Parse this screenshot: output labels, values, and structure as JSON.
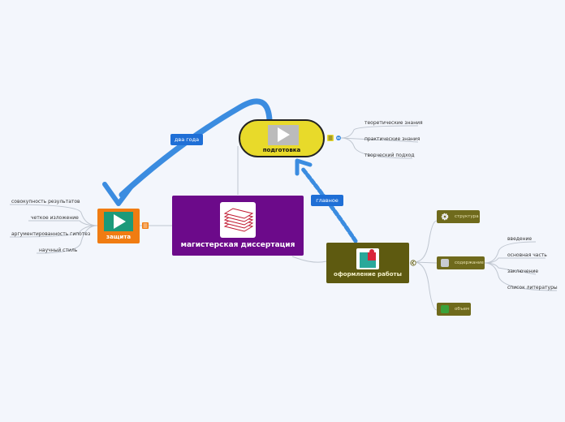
{
  "central": {
    "label": "магистерская диссертация"
  },
  "preparation": {
    "label": "подготовка",
    "children": [
      "теоретические знания",
      "практические знания",
      "творческий подход"
    ]
  },
  "defense": {
    "label": "защита",
    "children": [
      "совокупность результатов",
      "четкое изложение",
      "аргументированность гипотез",
      "научный стиль"
    ]
  },
  "formatting": {
    "label": "оформление работы",
    "children": [
      {
        "label": "структура",
        "icon": "gear-icon"
      },
      {
        "label": "содержание",
        "icon": "folder-icon"
      },
      {
        "label": "объем",
        "icon": "book-icon"
      }
    ],
    "content_items": [
      "введение",
      "основная часть",
      "заключение",
      "список литературы"
    ]
  },
  "relations": {
    "two_years": "два года",
    "main": "главное"
  },
  "colors": {
    "central": "#6c0a8a",
    "preparation": "#e8da2a",
    "defense": "#f07c12",
    "formatting": "#5e5a10",
    "relation": "#3b8ce0"
  }
}
